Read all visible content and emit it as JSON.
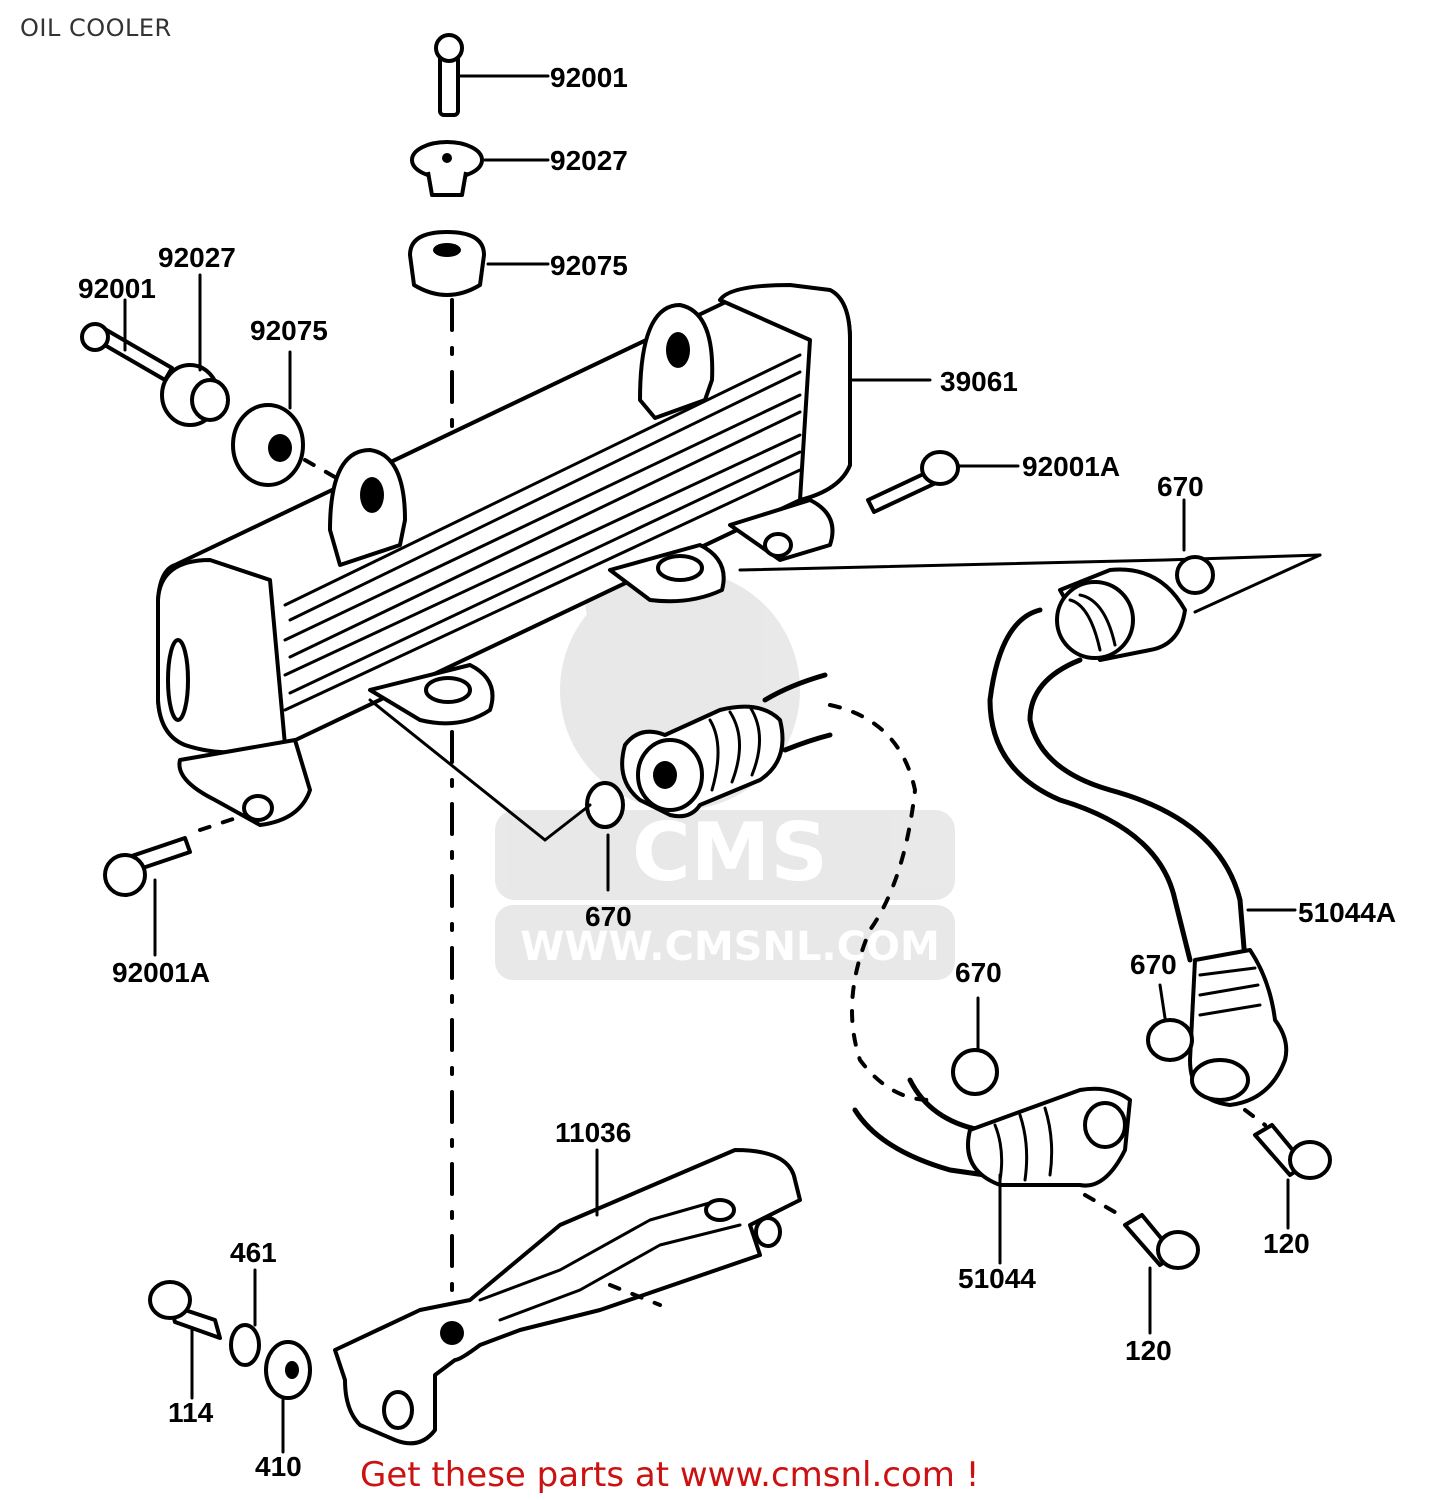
{
  "title": "OIL COOLER",
  "footer": {
    "text": "Get these parts at www.cmsnl.com !",
    "color": "#cc1111"
  },
  "watermark": {
    "brand": "CMS",
    "url": "WWW.CMSNL.COM"
  },
  "parts": [
    {
      "id": "p-92001-top",
      "label": "92001"
    },
    {
      "id": "p-92027-top",
      "label": "92027"
    },
    {
      "id": "p-92075-top",
      "label": "92075"
    },
    {
      "id": "p-92027-left",
      "label": "92027"
    },
    {
      "id": "p-92001-left",
      "label": "92001"
    },
    {
      "id": "p-92075-left",
      "label": "92075"
    },
    {
      "id": "p-39061",
      "label": "39061"
    },
    {
      "id": "p-92001A-right",
      "label": "92001A"
    },
    {
      "id": "p-670-right",
      "label": "670"
    },
    {
      "id": "p-670-center",
      "label": "670"
    },
    {
      "id": "p-92001A-left",
      "label": "92001A"
    },
    {
      "id": "p-51044A",
      "label": "51044A"
    },
    {
      "id": "p-670-lowright",
      "label": "670"
    },
    {
      "id": "p-670-lowcenter",
      "label": "670"
    },
    {
      "id": "p-11036",
      "label": "11036"
    },
    {
      "id": "p-461",
      "label": "461"
    },
    {
      "id": "p-114",
      "label": "114"
    },
    {
      "id": "p-410",
      "label": "410"
    },
    {
      "id": "p-51044",
      "label": "51044"
    },
    {
      "id": "p-120-left",
      "label": "120"
    },
    {
      "id": "p-120-right",
      "label": "120"
    }
  ]
}
